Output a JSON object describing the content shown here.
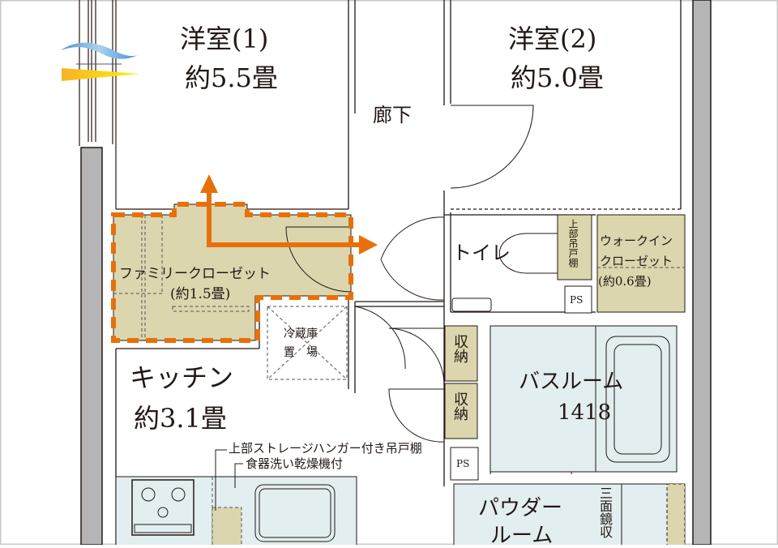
{
  "rooms": {
    "western1": {
      "name": "洋室(1)",
      "size": "約5.5畳"
    },
    "western2": {
      "name": "洋室(2)",
      "size": "約5.0畳"
    },
    "corridor": {
      "name": "廊下"
    },
    "family_closet": {
      "name": "ファミリークローゼット",
      "size": "(約1.5畳)"
    },
    "fridge": {
      "line1": "冷蔵庫",
      "line2": "置　場"
    },
    "kitchen": {
      "name": "キッチン",
      "size": "約3.1畳"
    },
    "toilet": {
      "name": "トイレ"
    },
    "upper_shelf": {
      "name": "上部吊戸棚"
    },
    "walk_in_closet": {
      "line1": "ウォークイン",
      "line2": "クローゼット",
      "size": "(約0.6畳)"
    },
    "ps_toilet": {
      "name": "PS"
    },
    "storage1": {
      "name": "収納"
    },
    "storage2": {
      "name": "収納"
    },
    "ps_lower": {
      "name": "PS"
    },
    "bathroom": {
      "name": "バスルーム",
      "model": "1418"
    },
    "powder_room": {
      "line1": "パウダー",
      "line2": "ルーム"
    },
    "mirror_storage": {
      "name": "三面鏡収"
    }
  },
  "kitchen_notes": {
    "note1": "上部ストレージハンガー付き吊戸棚",
    "note2": "食器洗い乾燥機付"
  },
  "colors": {
    "closet": "#dbd6ad",
    "wet_area": "#e2eef0",
    "highlight": "#e8700a",
    "wall": "#b5b5b5"
  }
}
